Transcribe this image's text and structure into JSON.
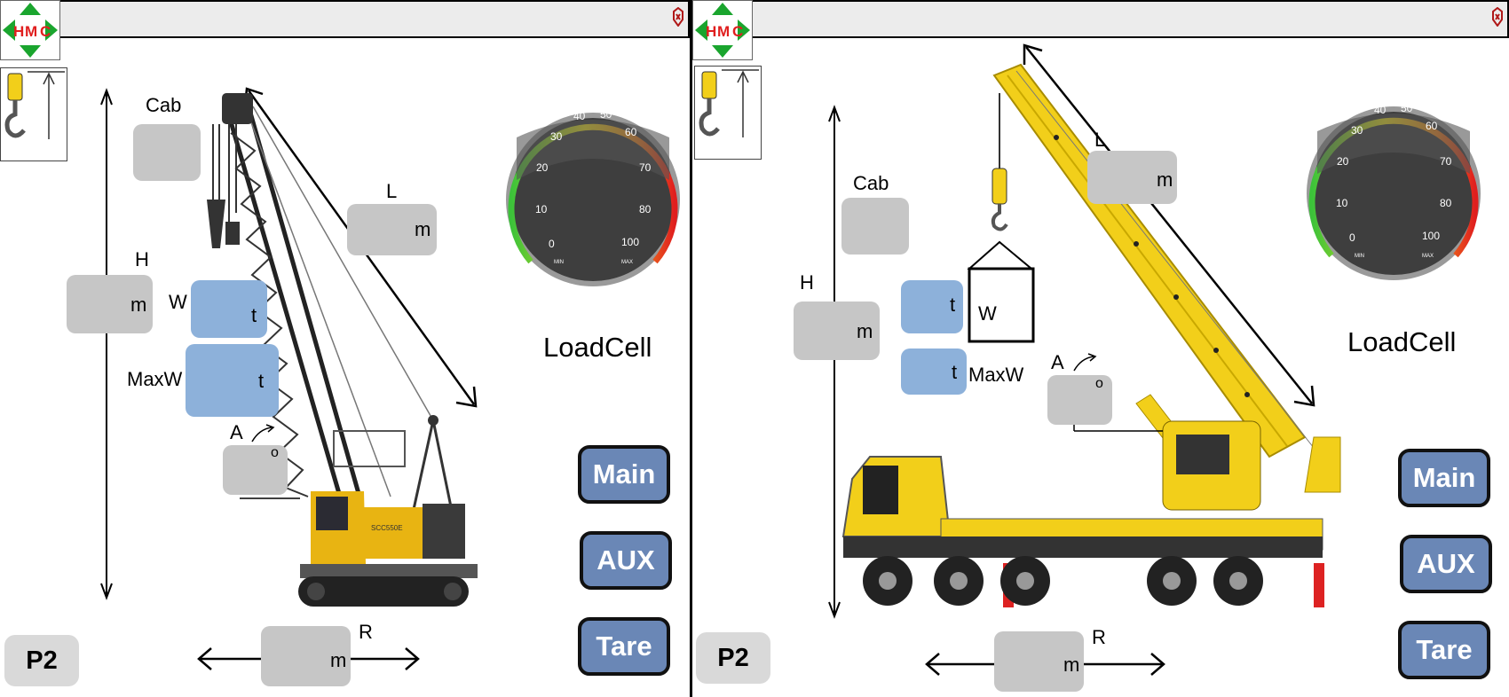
{
  "panels": [
    {
      "id": "crawler",
      "logo_text": [
        "H",
        "M",
        "C"
      ],
      "labels": {
        "cab": "Cab",
        "l": "L",
        "h": "H",
        "w": "W",
        "maxw": "MaxW",
        "a": "A",
        "r": "R"
      },
      "units": {
        "l": "m",
        "h": "m",
        "w": "t",
        "maxw": "t",
        "a": "o",
        "r": "m"
      },
      "gauge": {
        "ticks": [
          "0",
          "10",
          "20",
          "30",
          "40",
          "50",
          "60",
          "70",
          "80",
          "100"
        ],
        "min": "MIN",
        "max": "MAX",
        "title": "LoadCell"
      },
      "buttons": {
        "main": "Main",
        "aux": "AUX",
        "tare": "Tare",
        "page": "P2"
      },
      "crane_marking": "SCC550E"
    },
    {
      "id": "truck",
      "logo_text": [
        "H",
        "M",
        "C"
      ],
      "labels": {
        "cab": "Cab",
        "l": "L",
        "h": "H",
        "w": "W",
        "maxw": "MaxW",
        "a": "A",
        "r": "R"
      },
      "units": {
        "l": "m",
        "h": "m",
        "w": "t",
        "maxw": "t",
        "a": "o",
        "r": "m"
      },
      "gauge": {
        "ticks": [
          "0",
          "10",
          "20",
          "30",
          "40",
          "50",
          "60",
          "70",
          "80",
          "100"
        ],
        "min": "MIN",
        "max": "MAX",
        "title": "LoadCell"
      },
      "buttons": {
        "main": "Main",
        "aux": "AUX",
        "tare": "Tare",
        "page": "P2"
      }
    }
  ],
  "colors": {
    "value_box": "#c6c6c6",
    "weight_box": "#8db1da",
    "button": "#6a87b6",
    "crane_yellow": "#f2cf1a",
    "logo_red": "#e01e1e",
    "logo_green": "#1aa52e"
  }
}
